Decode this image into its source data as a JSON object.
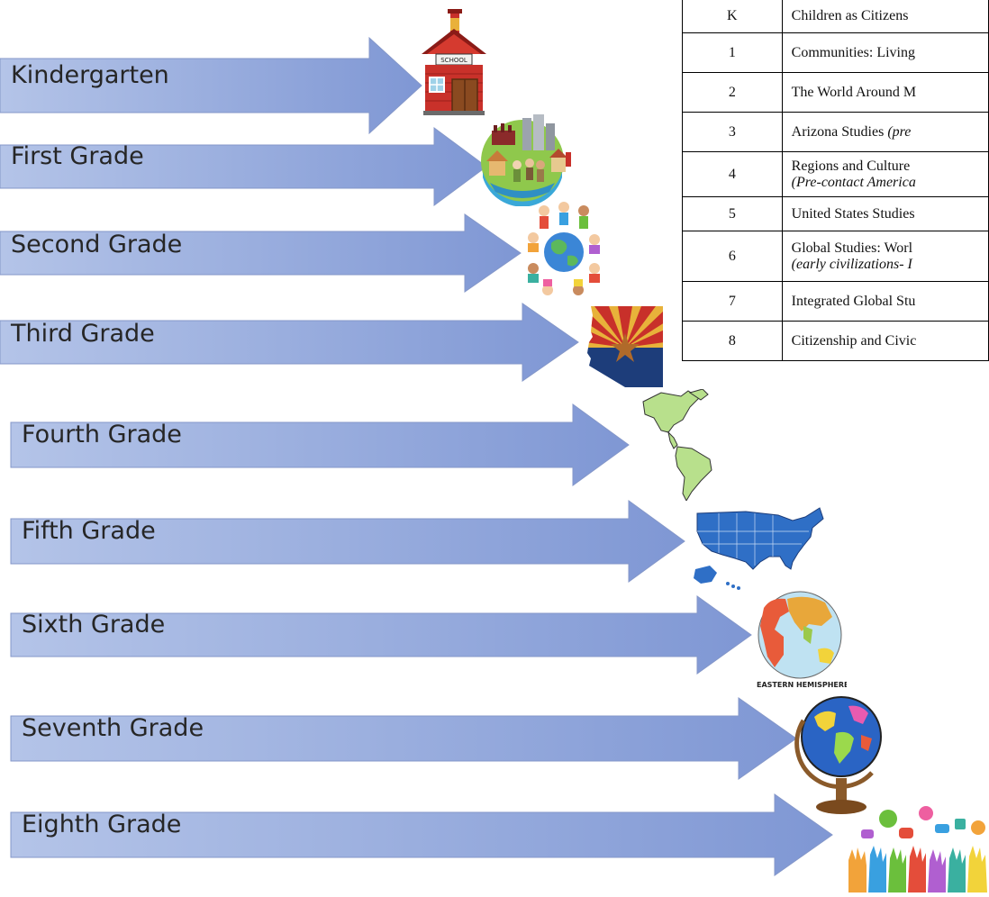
{
  "arrows": [
    {
      "label": "Kindergarten"
    },
    {
      "label": "First Grade"
    },
    {
      "label": "Second Grade"
    },
    {
      "label": "Third Grade"
    },
    {
      "label": "Fourth Grade"
    },
    {
      "label": "Fifth Grade"
    },
    {
      "label": "Sixth Grade"
    },
    {
      "label": "Seventh Grade"
    },
    {
      "label": "Eighth Grade"
    }
  ],
  "images": {
    "school_sign": "SCHOOL",
    "eastern_hemisphere": "EASTERN HEMISPHERE"
  },
  "table": {
    "rows": [
      {
        "grade": "K",
        "text": "Children as Citizens",
        "text_italic": ""
      },
      {
        "grade": "1",
        "text": "Communities: Living",
        "text_italic": ""
      },
      {
        "grade": "2",
        "text": "The World Around M",
        "text_italic": ""
      },
      {
        "grade": "3",
        "text": "Arizona Studies ",
        "text_italic": "(pre"
      },
      {
        "grade": "4",
        "text": "Regions and Culture",
        "text_italic": "(Pre-contact America"
      },
      {
        "grade": "5",
        "text": "United States Studies",
        "text_italic": ""
      },
      {
        "grade": "6",
        "text": "Global Studies: Worl",
        "text_italic": "(early civilizations- I"
      },
      {
        "grade": "7",
        "text": "Integrated Global Stu",
        "text_italic": ""
      },
      {
        "grade": "8",
        "text": "Citizenship and Civic",
        "text_italic": ""
      }
    ]
  },
  "colors": {
    "arrow_fill_light": "#b4c4e8",
    "arrow_fill_dark": "#7f97d4",
    "arrow_stroke": "#8497c9"
  }
}
